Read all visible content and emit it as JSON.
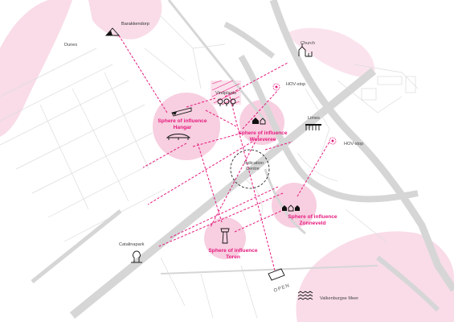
{
  "labels": {
    "barakkendorp": "Barakkendorp",
    "dunes": "Dunes",
    "church": "Church",
    "hov_stop_1": "HOV-stop",
    "hov_stop_2": "HOV-stop",
    "vindplaats": "Vindplaats",
    "limes": "Limes",
    "indication_centre": "Indication\nCentre",
    "catalinapark": "Catalinapark",
    "valkenburgse_meer": "Valkenburgse Meer",
    "open": "OPEN"
  },
  "spheres": [
    {
      "id": "hangar",
      "title": "Sphere of influence",
      "name": "Hangar"
    },
    {
      "id": "weteveree",
      "title": "Sphere of influence",
      "name": "Weteveree"
    },
    {
      "id": "zonneveld",
      "title": "Sphere of influence",
      "name": "Zonneveld"
    },
    {
      "id": "toren",
      "title": "Sphere of influence",
      "name": "Toren"
    }
  ],
  "colors": {
    "accent": "#e6197e",
    "zone_fill": "#f7cfe0",
    "road": "#d6d6d6",
    "icon": "#111111"
  },
  "icons": [
    "tent-icon",
    "church-icon",
    "hov-stop-icon",
    "vindplaats-icon",
    "limes-icon",
    "hangar-plane-icon",
    "houses-icon",
    "tower-icon",
    "tree-icon",
    "water-waves-icon"
  ]
}
